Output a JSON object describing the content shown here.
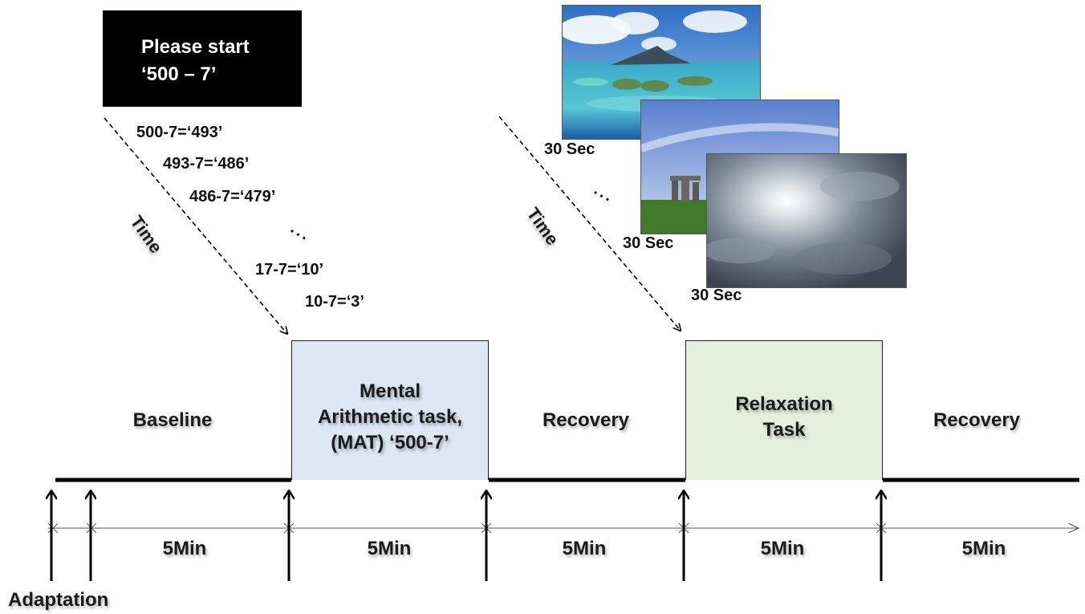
{
  "prompt": {
    "text": "Please start\n‘500 – 7’"
  },
  "calculations": [
    "500-7=‘493’",
    "493-7=‘486’",
    "486-7=‘479’",
    "17-7=‘10’",
    "10-7=‘3’"
  ],
  "ellipsis": "...",
  "time_label": "Time",
  "image_duration": "30 Sec",
  "phases": {
    "baseline": "Baseline",
    "mat": "Mental\nArithmetic task,\n(MAT) ‘500-7’",
    "recovery1": "Recovery",
    "relaxation": "Relaxation\nTask",
    "recovery2": "Recovery"
  },
  "durations": [
    "5Min",
    "5Min",
    "5Min",
    "5Min",
    "5Min"
  ],
  "adaptation": "Adaptation",
  "colors": {
    "mat_fill": "#dce7f3",
    "relax_fill": "#e4efdc",
    "prompt_bg": "#000000"
  }
}
